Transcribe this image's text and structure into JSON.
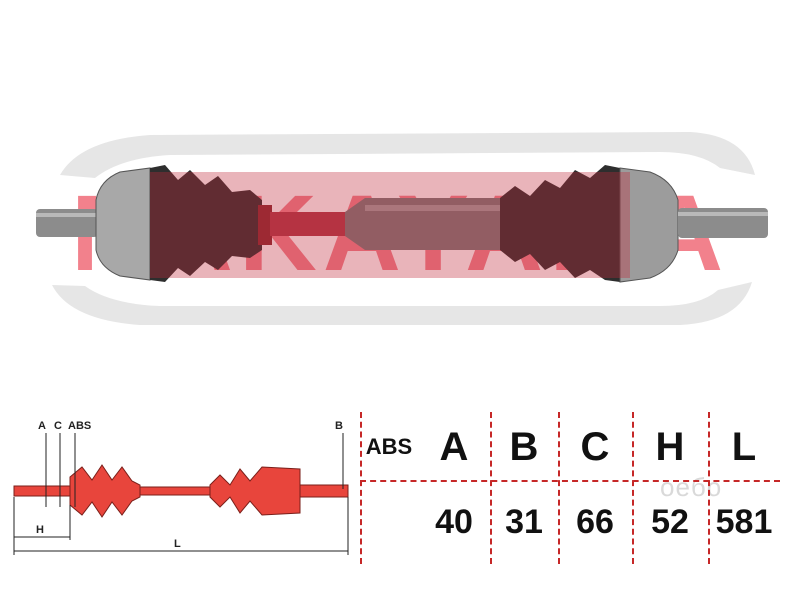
{
  "brand": {
    "watermark": "NAKAYAMA",
    "accent_color": "#f06b78",
    "swoosh_color": "#e6e6e6"
  },
  "diagram": {
    "labels": {
      "a": "A",
      "c": "C",
      "abs": "ABS",
      "b": "B",
      "h": "H",
      "l": "L"
    },
    "shaft_color": "#e8453c"
  },
  "spec_table": {
    "headers": [
      "ABS",
      "A",
      "B",
      "C",
      "H",
      "L"
    ],
    "values": [
      "",
      "40",
      "31",
      "66",
      "52",
      "581"
    ],
    "watermark": "oeбо",
    "line_color": "#c62828"
  }
}
